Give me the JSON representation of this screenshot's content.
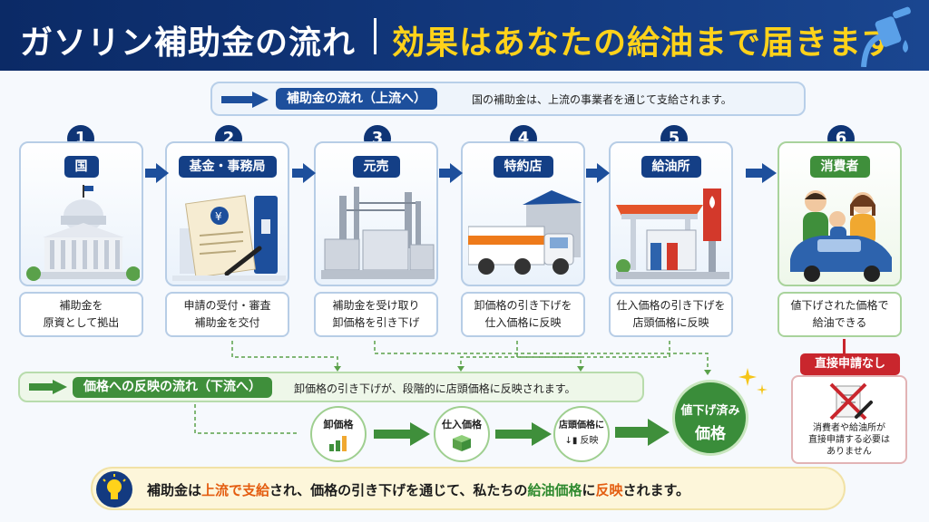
{
  "header": {
    "title_left": "ガソリン補助金の流れ",
    "title_right": "効果はあなたの給油まで届きます",
    "icon": "fuel-nozzle-icon",
    "colors": {
      "navy": "#0f3576",
      "yellow": "#ffd21a",
      "green": "#3f8f3b",
      "red": "#c9262d"
    }
  },
  "upstream": {
    "label": "補助金の流れ（上流へ）",
    "description": "国の補助金は、上流の事業者を通じて支給されます。"
  },
  "steps": [
    {
      "num": "1",
      "label": "国",
      "desc1": "補助金を",
      "desc2": "原資として拠出",
      "icon": "government-building-icon"
    },
    {
      "num": "2",
      "label": "基金・事務局",
      "desc1": "申請の受付・審査",
      "desc2": "補助金を交付",
      "icon": "document-binder-icon"
    },
    {
      "num": "3",
      "label": "元売",
      "desc1": "補助金を受け取り",
      "desc2": "卸価格を引き下げ",
      "icon": "refinery-icon"
    },
    {
      "num": "4",
      "label": "特約店",
      "desc1": "卸価格の引き下げを",
      "desc2": "仕入価格に反映",
      "icon": "truck-warehouse-icon"
    },
    {
      "num": "5",
      "label": "給油所",
      "desc1": "仕入価格の引き下げを",
      "desc2": "店頭価格に反映",
      "icon": "gas-station-icon"
    },
    {
      "num": "6",
      "label": "消費者",
      "desc1": "値下げされた価格で",
      "desc2": "給油できる",
      "icon": "family-car-icon"
    }
  ],
  "downstream": {
    "label": "価格への反映の流れ（下流へ）",
    "description": "卸価格の引き下げが、段階的に店頭価格に反映されます。",
    "stages": [
      {
        "label": "卸価格",
        "icon": "bar-chart-icon"
      },
      {
        "label": "仕入価格",
        "icon": "box-icon"
      },
      {
        "label": "店頭価格に",
        "label2": "反映",
        "icon": "pump-down-icon"
      }
    ],
    "final_line1": "値下げ済み",
    "final_line2": "価格"
  },
  "no_direct": {
    "badge": "直接申請なし",
    "text1": "消費者や給油所が",
    "text2": "直接申請する必要は",
    "text3": "ありません",
    "icon": "crossed-document-icon"
  },
  "bottom": {
    "p1": "補助金は",
    "p2": "上流で支給",
    "p3": "され、価格の引き下げを通じて、私たちの",
    "p4": "給油価格",
    "p5": "に",
    "p6": "反映",
    "p7": "されます。",
    "icon": "lightbulb-icon"
  }
}
